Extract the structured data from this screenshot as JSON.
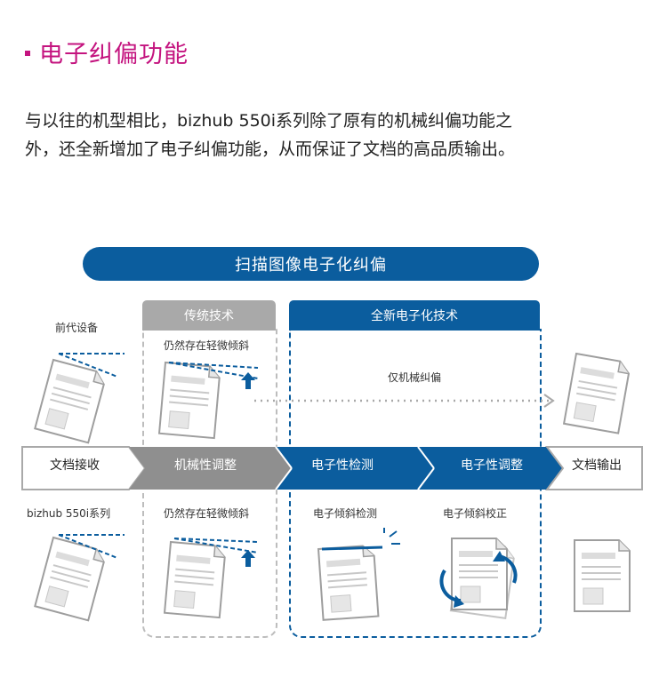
{
  "section_title": "电子纠偏功能",
  "intro_line1": "与以往的机型相比，bizhub 550i系列除了原有的机械纠偏功能之",
  "intro_line2": "外，还全新增加了电子纠偏功能，从而保证了文档的高品质输出。",
  "banner": "扫描图像电子化纠偏",
  "header_traditional": "传统技术",
  "header_new": "全新电子化技术",
  "top_row": {
    "label_prev": "前代设备",
    "label_skew": "仍然存在轻微倾斜",
    "label_mech_only": "仅机械纠偏"
  },
  "flow_steps": [
    "文档接收",
    "机械性调整",
    "电子性检测",
    "电子性调整",
    "文档输出"
  ],
  "bottom_row": {
    "label_model": "bizhub 550i系列",
    "label_skew": "仍然存在轻微倾斜",
    "label_detect": "电子倾斜检测",
    "label_correct": "电子倾斜校正"
  },
  "colors": {
    "accent": "#c4147f",
    "blue": "#0b5d9e",
    "gray": "#a9a9a9"
  }
}
